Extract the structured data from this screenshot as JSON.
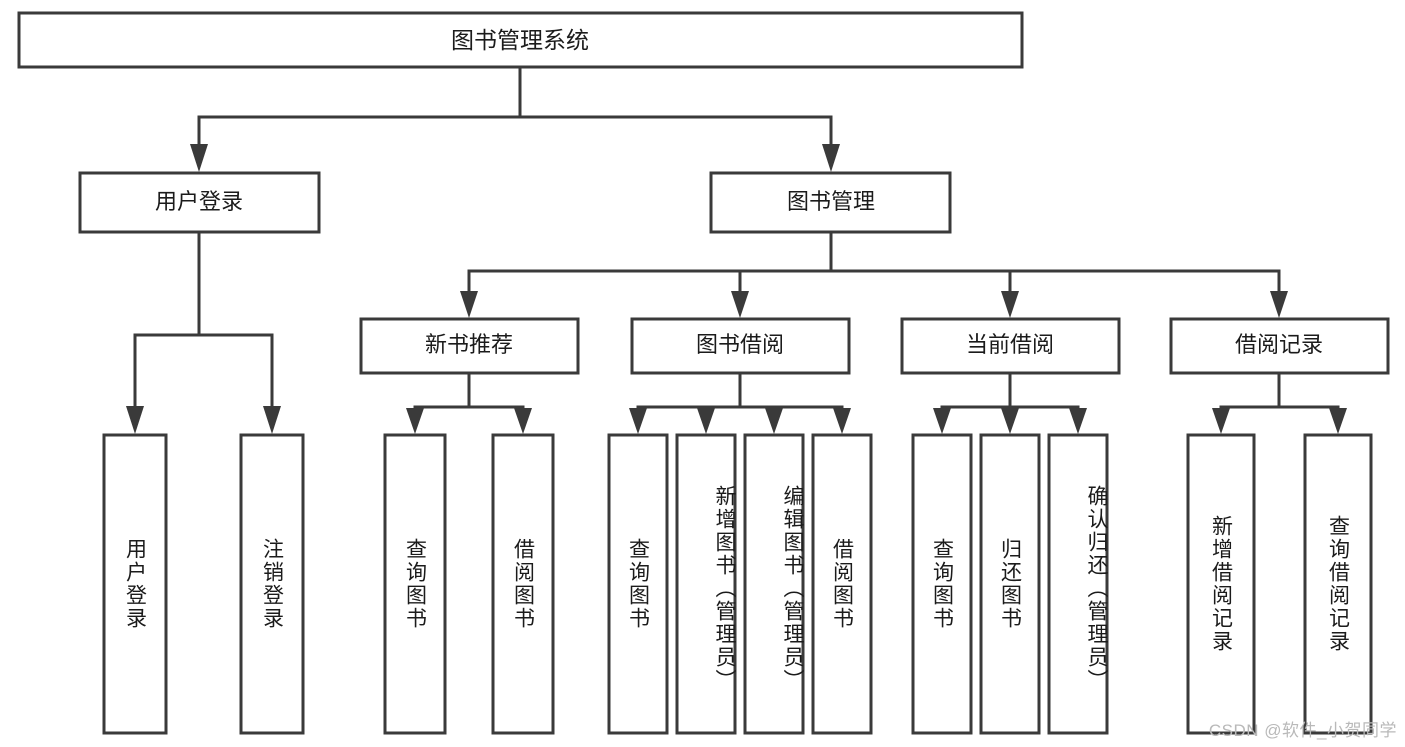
{
  "diagram": {
    "title": "图书管理系统",
    "type": "tree-hierarchy-chart",
    "colors": {
      "box_stroke": "#3a3a3a",
      "box_fill": "#ffffff",
      "text": "#1b1b1b",
      "background": "#ffffff",
      "watermark": "#b9b9b9"
    },
    "root": {
      "label": "图书管理系统"
    },
    "level2": [
      {
        "label": "用户登录"
      },
      {
        "label": "图书管理"
      }
    ],
    "level3": [
      {
        "label": "新书推荐"
      },
      {
        "label": "图书借阅"
      },
      {
        "label": "当前借阅"
      },
      {
        "label": "借阅记录"
      }
    ],
    "leaves": {
      "user_login": [
        {
          "label": "用户登录"
        },
        {
          "label": "注销登录"
        }
      ],
      "new_book_recommend": [
        {
          "label": "查询图书"
        },
        {
          "label": "借阅图书"
        }
      ],
      "book_borrow": [
        {
          "label": "查询图书"
        },
        {
          "label": "新增图书（管理员）"
        },
        {
          "label": "编辑图书（管理员）"
        },
        {
          "label": "借阅图书"
        }
      ],
      "current_borrow": [
        {
          "label": "查询图书"
        },
        {
          "label": "归还图书"
        },
        {
          "label": "确认归还（管理员）"
        }
      ],
      "borrow_record": [
        {
          "label": "新增借阅记录"
        },
        {
          "label": "查询借阅记录"
        }
      ]
    }
  },
  "watermark": {
    "text": "CSDN @软件_小贺同学"
  }
}
